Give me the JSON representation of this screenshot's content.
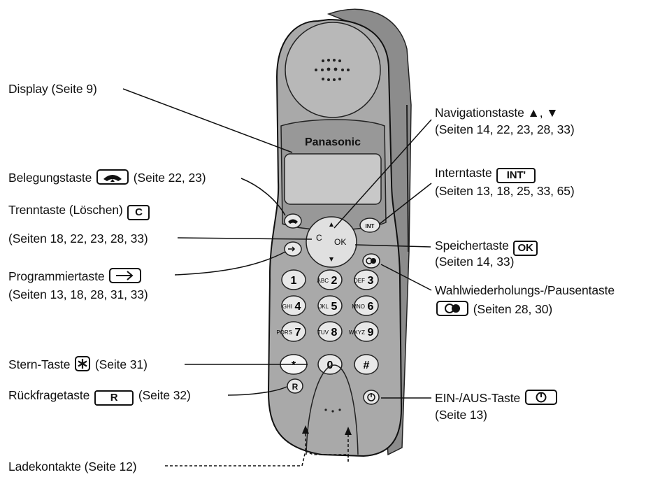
{
  "phone": {
    "brand": "Panasonic",
    "nav_keys": {
      "left": "C",
      "right": "OK"
    },
    "keypad": [
      {
        "sub": "",
        "main": "1"
      },
      {
        "sub": "ABC",
        "main": "2"
      },
      {
        "sub": "DEF",
        "main": "3"
      },
      {
        "sub": "GHI",
        "main": "4"
      },
      {
        "sub": "JKL",
        "main": "5"
      },
      {
        "sub": "MNO",
        "main": "6"
      },
      {
        "sub": "PQRS",
        "main": "7"
      },
      {
        "sub": "TUV",
        "main": "8"
      },
      {
        "sub": "WXYZ",
        "main": "9"
      },
      {
        "sub": "",
        "main": "*"
      },
      {
        "sub": "",
        "main": "0"
      },
      {
        "sub": "",
        "main": "#"
      }
    ],
    "r_key": "R",
    "int_key": "INT"
  },
  "labels": {
    "display": "Display (Seite 9)",
    "belegung_name": "Belegungstaste",
    "belegung_pages": "(Seite 22, 23)",
    "trenn_name": "Trenntaste (Löschen)",
    "trenn_key": "C",
    "trenn_pages": "(Seiten 18, 22, 23, 28, 33)",
    "prog_name": "Programmiertaste",
    "prog_pages": "(Seiten 13, 18, 28, 31, 33)",
    "stern_name": "Stern-Taste",
    "stern_pages": "(Seite 31)",
    "rueck_name": "Rückfragetaste",
    "rueck_key": "R",
    "rueck_pages": "(Seite 32)",
    "lade": "Ladekontakte (Seite 12)",
    "nav_line1": "Navigationstaste ▲, ▼",
    "nav_pages": "(Seiten 14, 22, 23, 28, 33)",
    "intern_name": "Interntaste",
    "intern_key": "INT'",
    "intern_pages": "(Seiten 13, 18, 25, 33, 65)",
    "speicher_name": "Speichertaste",
    "speicher_key": "OK",
    "speicher_pages": "(Seiten 14, 33)",
    "wahl_name": "Wahlwiederholungs-/Pausentaste",
    "wahl_pages": "(Seiten 28, 30)",
    "ein_name": "EIN-/AUS-Taste",
    "ein_pages": "(Seite 13)"
  }
}
